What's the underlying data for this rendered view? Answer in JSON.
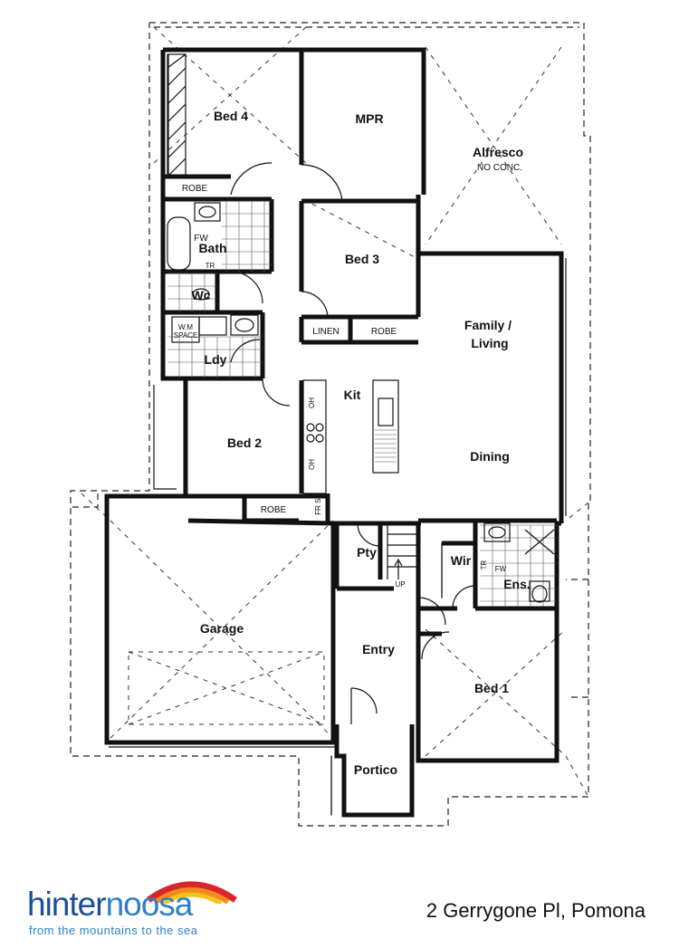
{
  "plan": {
    "rooms": {
      "bed4": "Bed 4",
      "mpr": "MPR",
      "alfresco": "Alfresco",
      "alfresco_note": "NO CONC.",
      "robe_top": "ROBE",
      "bath": "Bath",
      "fw_bath": "FW",
      "tr_bath": "TR",
      "bed3": "Bed 3",
      "wc": "Wc",
      "linen": "LINEN",
      "robe_bed3": "ROBE",
      "family_living_1": "Family /",
      "family_living_2": "Living",
      "wm_space_1": "W.M",
      "wm_space_2": "SPACE",
      "ldy": "Ldy",
      "kit": "Kit",
      "oh_upper": "OH",
      "oh_lower": "OH",
      "bed2": "Bed 2",
      "dining": "Dining",
      "robe_bed2": "ROBE",
      "fr_sp": "FR SP",
      "pty": "Pty",
      "up": "UP",
      "wir": "Wir",
      "tr_ens": "TR",
      "fw_ens": "FW",
      "ens": "Ens.",
      "garage": "Garage",
      "entry": "Entry",
      "bed1": "Bed 1",
      "portico": "Portico"
    }
  },
  "brand": {
    "logo_part1": "hinter",
    "logo_part2": "noosa",
    "tagline": "from the mountains to the sea",
    "colors": {
      "primary": "#1b4f9c",
      "secondary": "#2f7ec7",
      "arc_red": "#d9262b",
      "arc_orange": "#f28c1e",
      "arc_yellow": "#f7c21b"
    }
  },
  "address": "2 Gerrygone Pl, Pomona"
}
